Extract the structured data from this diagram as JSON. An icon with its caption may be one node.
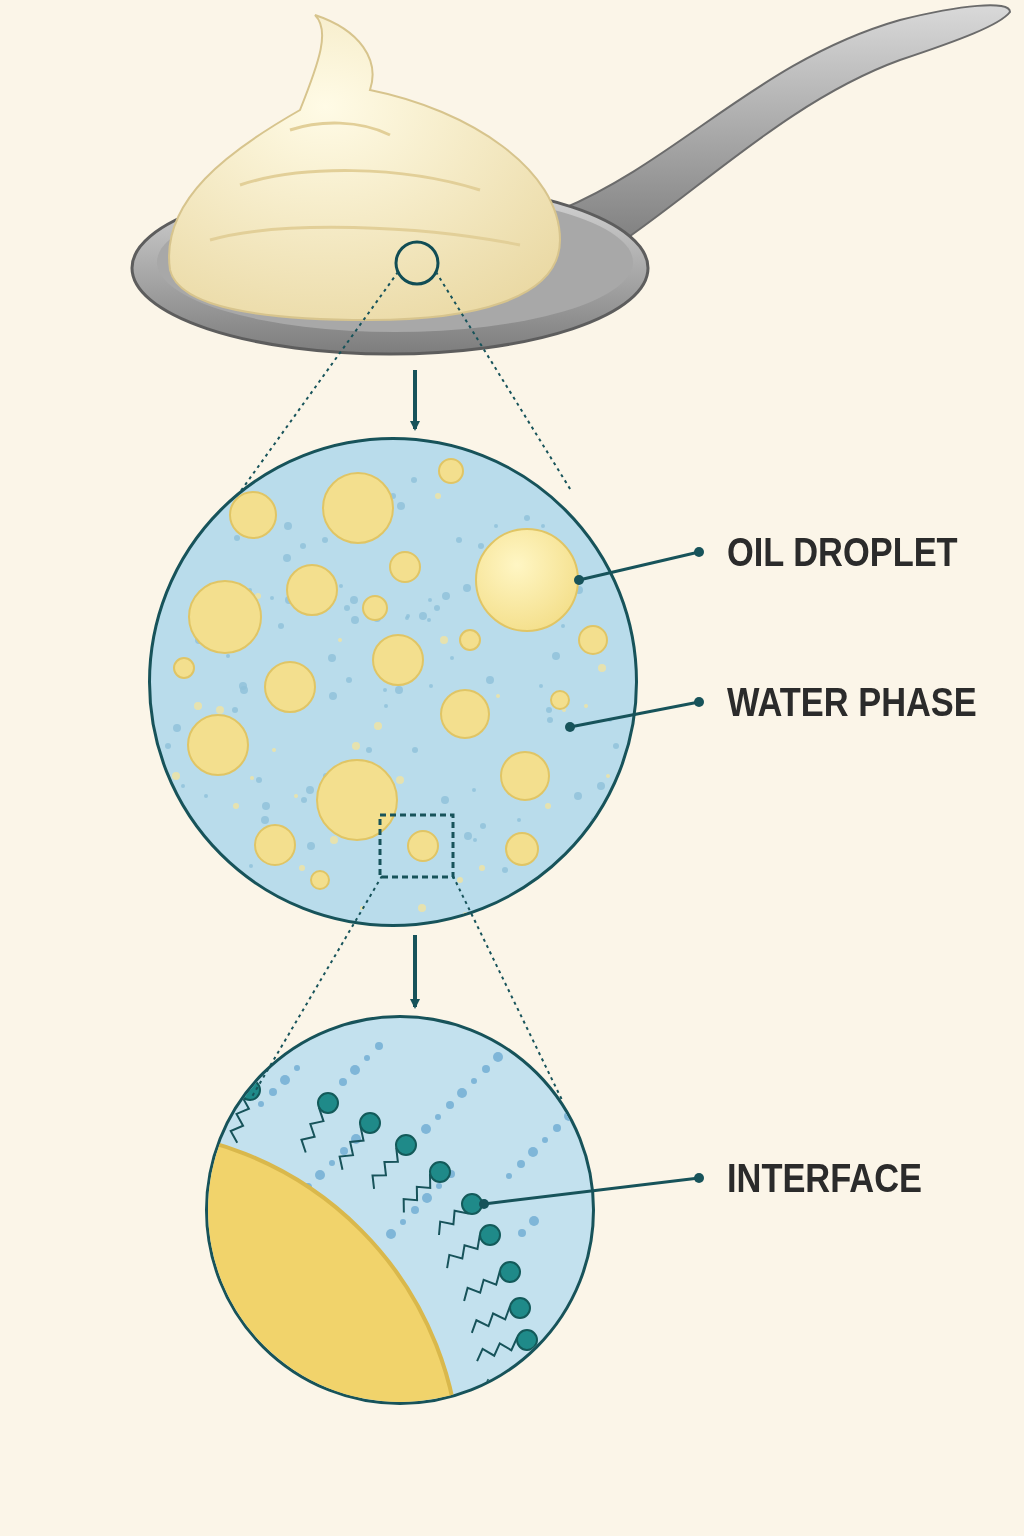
{
  "diagram": {
    "nodes": [
      {
        "text": [],
        "shape": "picture"
      },
      {
        "text": [],
        "shape": "circle"
      },
      {
        "text": [],
        "shape": "circle",
        "in": 1
      },
      {
        "text": [
          "OIL DROPLET"
        ]
      },
      {
        "text": [
          "WATER PHASE"
        ]
      },
      {
        "text": [],
        "shape": "circle"
      },
      {
        "text": [],
        "shape": "circle",
        "in": 5
      },
      {
        "text": [
          "INTERFACE"
        ]
      }
    ],
    "edges": [
      {
        "from": 0,
        "to": 1,
        "arrow": "to"
      },
      {
        "from": 1,
        "to": 5,
        "arrow": "to"
      },
      {
        "from": 3,
        "to": 2,
        "arrow": "other"
      },
      {
        "from": 4,
        "to": null,
        "arrow": "other"
      },
      {
        "from": 7,
        "to": 6,
        "arrow": "other"
      }
    ]
  }
}
